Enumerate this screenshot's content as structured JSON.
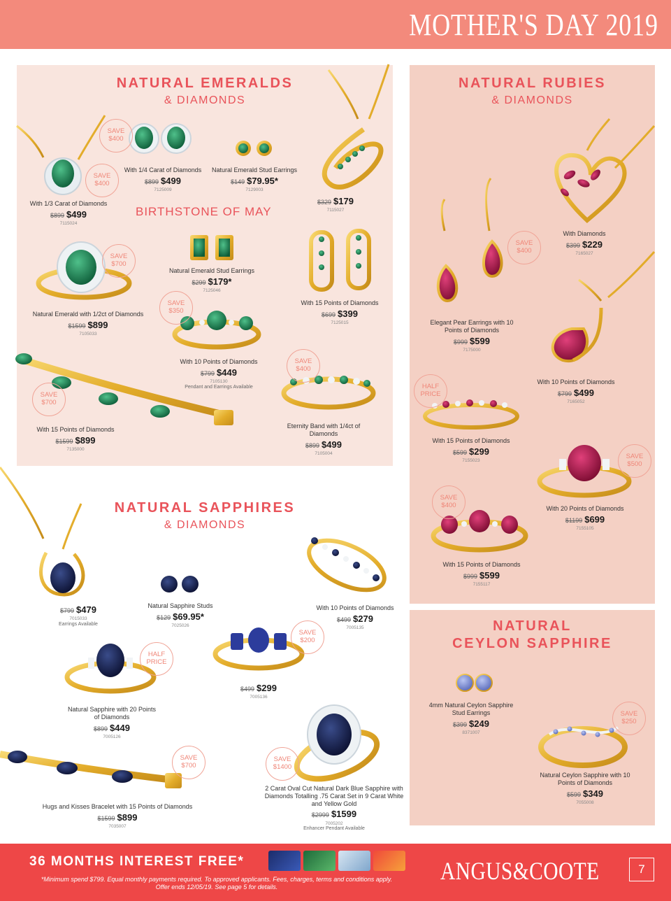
{
  "header": {
    "title": "MOTHER'S DAY 2019"
  },
  "emeralds": {
    "title": "NATURAL EMERALDS",
    "subtitle": "& DIAMONDS",
    "birthstone": "BIRTHSTONE OF MAY",
    "badges": [
      "SAVE\n$400",
      "SAVE\n$400",
      "SAVE\n$700",
      "SAVE\n$350",
      "SAVE\n$400",
      "SAVE\n$700"
    ],
    "items": [
      {
        "desc": "With 1/3 Carat of Diamonds",
        "was": "$899",
        "now": "$499",
        "code": "7115024"
      },
      {
        "desc": "With 1/4 Carat of Diamonds",
        "was": "$899",
        "now": "$499",
        "code": "7125009"
      },
      {
        "desc": "Natural Emerald Stud Earrings",
        "was": "$149",
        "now": "$79.95*",
        "code": "7129003"
      },
      {
        "desc": "",
        "was": "$329",
        "now": "$179",
        "code": "7115027"
      },
      {
        "desc": "Natural Emerald Stud Earrings",
        "was": "$299",
        "now": "$179*",
        "code": "7125046"
      },
      {
        "desc": "Natural Emerald with 1/2ct of Diamonds",
        "was": "$1599",
        "now": "$899",
        "code": "7105033"
      },
      {
        "desc": "With 15 Points of Diamonds",
        "was": "$699",
        "now": "$399",
        "code": "7125015"
      },
      {
        "desc": "With 10 Points of Diamonds",
        "was": "$799",
        "now": "$449",
        "code": "7105130",
        "note": "Pendant and Earrings Available"
      },
      {
        "desc": "With 15 Points of Diamonds",
        "was": "$1599",
        "now": "$899",
        "code": "7135000"
      },
      {
        "desc": "Eternity Band with 1/4ct of Diamonds",
        "was": "$899",
        "now": "$499",
        "code": "7105004"
      }
    ]
  },
  "rubies": {
    "title": "NATURAL RUBIES",
    "subtitle": "& DIAMONDS",
    "badges": [
      "SAVE\n$400",
      "HALF\nPRICE",
      "SAVE\n$500",
      "SAVE\n$400"
    ],
    "items": [
      {
        "desc": "With Diamonds",
        "was": "$399",
        "now": "$229",
        "code": "7165027"
      },
      {
        "desc": "Elegant Pear Earrings with 10 Points of Diamonds",
        "was": "$999",
        "now": "$599",
        "code": "7175000"
      },
      {
        "desc": "With 10 Points of Diamonds",
        "was": "$799",
        "now": "$499",
        "code": "7165052"
      },
      {
        "desc": "With 15 Points of Diamonds",
        "was": "$599",
        "now": "$299",
        "code": "7155023"
      },
      {
        "desc": "With 20 Points of Diamonds",
        "was": "$1199",
        "now": "$699",
        "code": "7155105"
      },
      {
        "desc": "With 15 Points of Diamonds",
        "was": "$999",
        "now": "$599",
        "code": "7155117"
      }
    ]
  },
  "ceylon": {
    "title_line1": "NATURAL",
    "title_line2": "CEYLON SAPPHIRE",
    "badges": [
      "SAVE\n$250"
    ],
    "items": [
      {
        "desc": "4mm Natural Ceylon Sapphire Stud Earrings",
        "was": "$399",
        "now": "$249",
        "code": "8371007"
      },
      {
        "desc": "Natural Ceylon Sapphire with 10 Points of Diamonds",
        "was": "$599",
        "now": "$349",
        "code": "7055008"
      }
    ]
  },
  "sapphires": {
    "title": "NATURAL SAPPHIRES",
    "subtitle": "& DIAMONDS",
    "badges": [
      "SAVE\n$200",
      "HALF\nPRICE",
      "SAVE\n$700",
      "SAVE\n$1400"
    ],
    "items": [
      {
        "desc": "",
        "was": "$799",
        "now": "$479",
        "code": "7015033",
        "note": "Earrings Available"
      },
      {
        "desc": "Natural Sapphire Studs",
        "was": "$129",
        "now": "$69.95*",
        "code": "7025026"
      },
      {
        "desc": "With 10 Points of Diamonds",
        "was": "$499",
        "now": "$279",
        "code": "7005135"
      },
      {
        "desc": "",
        "was": "$499",
        "now": "$299",
        "code": "7005136"
      },
      {
        "desc": "Natural Sapphire with 20 Points of Diamonds",
        "was": "$899",
        "now": "$449",
        "code": "7005126"
      },
      {
        "desc": "Hugs and Kisses Bracelet with 15 Points of Diamonds",
        "was": "$1599",
        "now": "$899",
        "code": "7035007"
      },
      {
        "desc": "2 Carat Oval Cut Natural Dark Blue Sapphire with Diamonds Totalling .75 Carat Set in 9 Carat White and Yellow Gold",
        "was": "$2999",
        "now": "$1599",
        "code": "7005202",
        "note": "Enhancer Pendant Available"
      }
    ]
  },
  "footer": {
    "headline": "36 MONTHS INTEREST FREE*",
    "note_line1": "*Minimum spend $799. Equal monthly payments required. To approved applicants. Fees, charges, terms and conditions apply.",
    "note_line2": "Offer ends 12/05/19. See page 5 for details.",
    "brand": "ANGUS&COOTE",
    "page": "7",
    "cards": [
      "gem-visa-card",
      "go-mastercard-card",
      "creditline-card",
      "buyers-edge-card"
    ]
  },
  "colors": {
    "header": "#f38a7c",
    "accent": "#e9535a",
    "footer": "#ee4747",
    "emerald_panel": "#f9e5de",
    "ruby_panel": "#f4d0c4",
    "gold": "#e8b62c",
    "emerald": "#1d8a5a",
    "ruby": "#b01548",
    "sapphire": "#1b2350",
    "ceylon": "#7d8fd6"
  }
}
